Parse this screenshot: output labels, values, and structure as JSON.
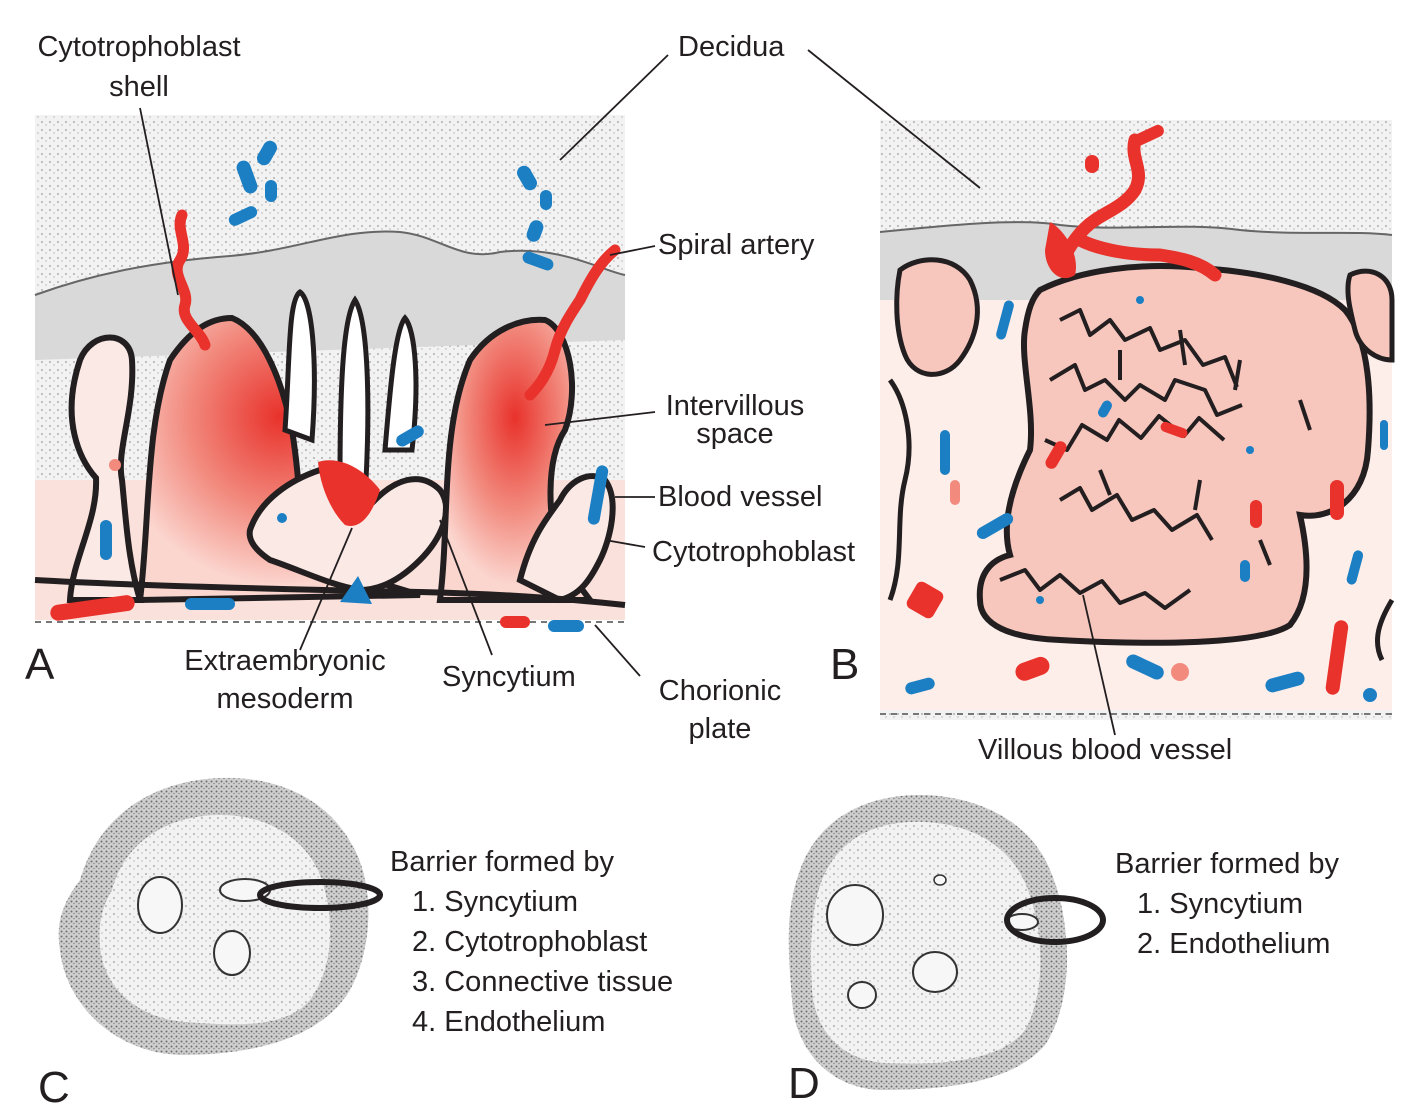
{
  "panels": {
    "a": "A",
    "b": "B",
    "c": "C",
    "d": "D"
  },
  "labels": {
    "cytotrophoblast_shell_1": "Cytotrophoblast",
    "cytotrophoblast_shell_2": "shell",
    "decidua": "Decidua",
    "spiral_artery": "Spiral artery",
    "intervillous_space_1": "Intervillous",
    "intervillous_space_2": "space",
    "blood_vessel": "Blood vessel",
    "cytotrophoblast": "Cytotrophoblast",
    "extraembryonic_mesoderm_1": "Extraembryonic",
    "extraembryonic_mesoderm_2": "mesoderm",
    "syncytium": "Syncytium",
    "chorionic_plate_1": "Chorionic",
    "chorionic_plate_2": "plate",
    "villous_blood_vessel": "Villous blood vessel"
  },
  "barrier_c": {
    "heading": "Barrier formed by",
    "items": [
      "1. Syncytium",
      "2. Cytotrophoblast",
      "3. Connective tissue",
      "4. Endothelium"
    ]
  },
  "barrier_d": {
    "heading": "Barrier formed by",
    "items": [
      "1. Syncytium",
      "2. Endothelium"
    ]
  },
  "colors": {
    "maternal_blood": "#e8322b",
    "fetal_vessel": "#1c7fc4",
    "decidua_gray": "#d9d9d9",
    "villus_pink": "#f7c6bd",
    "outline": "#231f20"
  }
}
